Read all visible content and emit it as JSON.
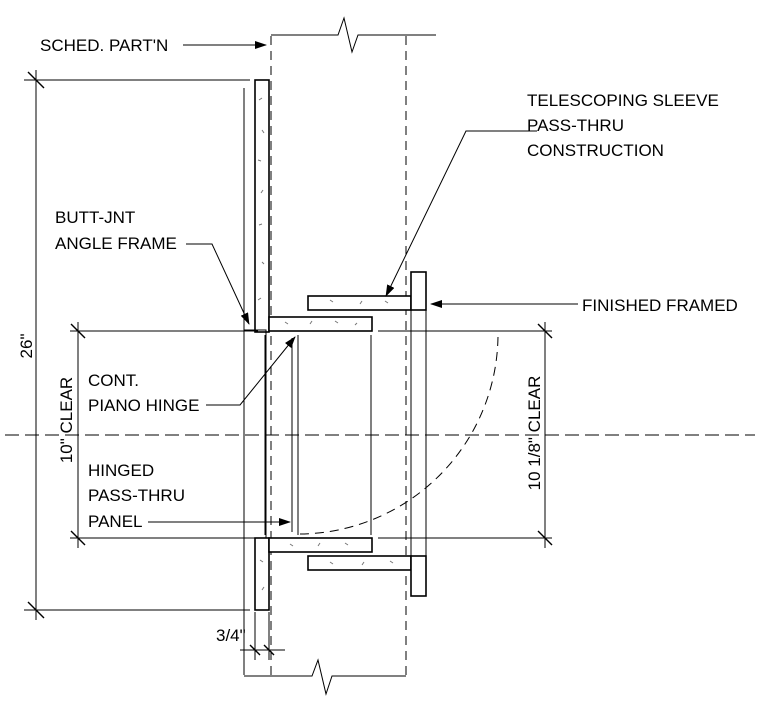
{
  "labels": {
    "sched_partn": "SCHED. PART'N",
    "telescoping_1": "TELESCOPING SLEEVE",
    "telescoping_2": "PASS-THRU",
    "telescoping_3": "CONSTRUCTION",
    "butt_jnt_1": "BUTT-JNT",
    "butt_jnt_2": "ANGLE FRAME",
    "finished_framed": "FINISHED FRAMED",
    "piano_1": "CONT.",
    "piano_2": "PIANO HINGE",
    "panel_1": "HINGED",
    "panel_2": "PASS-THRU",
    "panel_3": "PANEL"
  },
  "dimensions": {
    "overall_height": "26\"",
    "clear_left": "10\" CLEAR",
    "clear_right": "10 1/8\" CLEAR",
    "thickness": "3/4\""
  }
}
